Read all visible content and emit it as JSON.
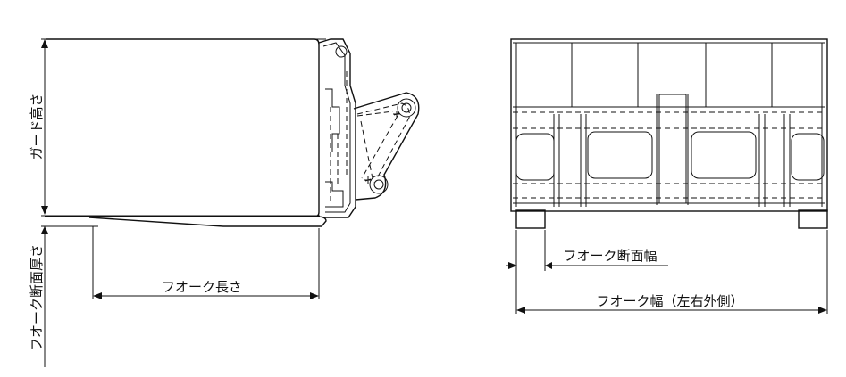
{
  "dimensions": {
    "guard_height": "ガード高さ",
    "fork_section_thickness": "フオーク断面厚さ",
    "fork_length": "フオーク長さ",
    "fork_section_width": "フオーク断面幅",
    "fork_width_outer": "フオーク幅（左右外側）"
  }
}
